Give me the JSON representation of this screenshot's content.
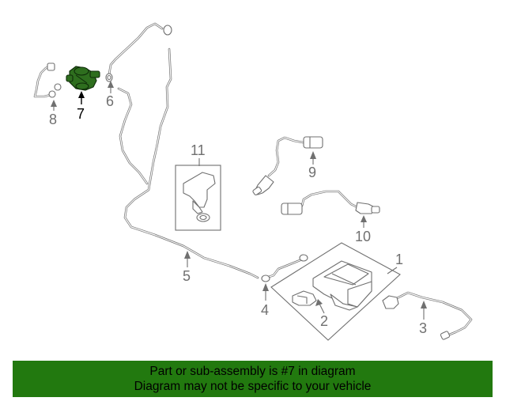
{
  "diagram": {
    "highlighted_part": "7",
    "callouts": [
      {
        "id": "1",
        "label": "1"
      },
      {
        "id": "2",
        "label": "2"
      },
      {
        "id": "3",
        "label": "3"
      },
      {
        "id": "4",
        "label": "4"
      },
      {
        "id": "5",
        "label": "5"
      },
      {
        "id": "6",
        "label": "6"
      },
      {
        "id": "7",
        "label": "7"
      },
      {
        "id": "8",
        "label": "8"
      },
      {
        "id": "9",
        "label": "9"
      },
      {
        "id": "10",
        "label": "10"
      },
      {
        "id": "11",
        "label": "11"
      }
    ],
    "colors": {
      "line": "#707070",
      "highlight_part": "#2e6e1e",
      "highlight_label": "#000000",
      "banner": "#22790f"
    }
  },
  "banner": {
    "line1": "Part or sub-assembly is #7 in diagram",
    "line2": "Diagram may not be specific to your vehicle"
  }
}
